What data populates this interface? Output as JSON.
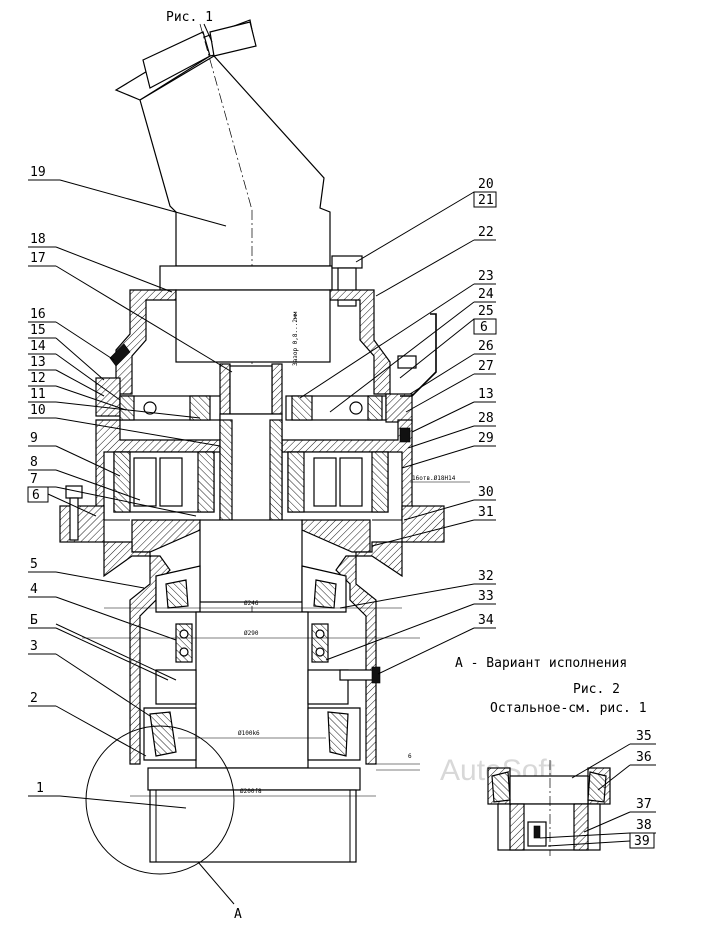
{
  "title_fig1": "Рис. 1",
  "variant_caption": "А - Вариант исполнения",
  "fig2_title": "Рис. 2",
  "fig2_note": "Остальное-см. рис. 1",
  "section_mark": "А",
  "section_mark_b": "Б",
  "watermark": "AutoSoft",
  "dimensions": {
    "gap": "Зазор 0,8...2мм",
    "holes": "16отв.Ø18H14",
    "d246": "Ø246",
    "d290": "Ø290",
    "d100": "Ø100k6",
    "d200": "Ø200f8",
    "six": "6"
  },
  "left_labels": [
    "19",
    "18",
    "17",
    "16",
    "15",
    "14",
    "13",
    "12",
    "11",
    "10",
    "9",
    "8",
    "7",
    "6",
    "5",
    "4",
    "Б",
    "3",
    "2",
    "1"
  ],
  "right_labels": [
    "20",
    "21",
    "22",
    "23",
    "24",
    "25",
    "6",
    "26",
    "27",
    "13",
    "28",
    "29",
    "30",
    "31",
    "32",
    "33",
    "34"
  ],
  "fig2_labels": [
    "35",
    "36",
    "37",
    "38",
    "39"
  ],
  "boxed_labels": [
    "21",
    "6",
    "6",
    "39"
  ]
}
